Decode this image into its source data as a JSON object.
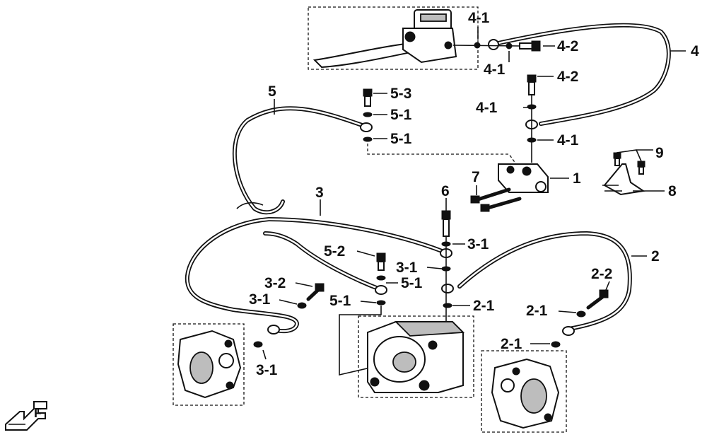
{
  "callouts": {
    "c4_1a": "4-1",
    "c4_2a": "4-2",
    "c4_1b": "4-1",
    "c4": "4",
    "c4_2b": "4-2",
    "c4_1c": "4-1",
    "c4_1d": "4-1",
    "c5": "5",
    "c5_3": "5-3",
    "c5_1a": "5-1",
    "c5_1b": "5-1",
    "c9": "9",
    "c7": "7",
    "c1": "1",
    "c8": "8",
    "c6": "6",
    "c3": "3",
    "c3_1a": "3-1",
    "c2": "2",
    "c5_2": "5-2",
    "c3_1b": "3-1",
    "c5_1c": "5-1",
    "c3_2": "3-2",
    "c3_1c": "3-1",
    "c5_1d": "5-1",
    "c2_1a": "2-1",
    "c2_2": "2-2",
    "c2_1b": "2-1",
    "c2_1c": "2-1",
    "c3_1d": "3-1"
  },
  "direction_marker": "F"
}
